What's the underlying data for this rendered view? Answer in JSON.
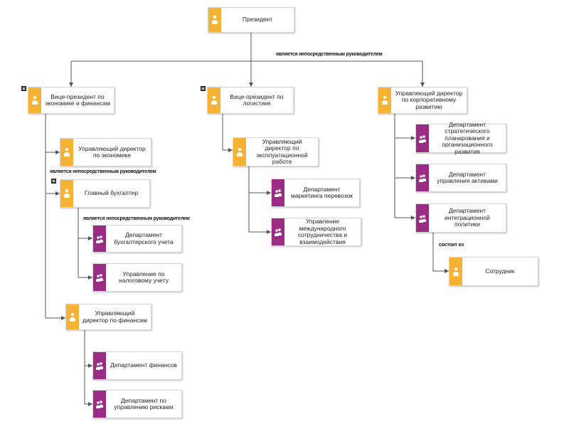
{
  "colors": {
    "position": "#f6b333",
    "department": "#9a2c84",
    "line": "#555555"
  },
  "relations": {
    "direct_manager": "является непосредственным руководителем",
    "consists_of": "состоит из"
  },
  "nodes": {
    "president": {
      "label": "Президент",
      "kind": "position",
      "icon": "person-icon"
    },
    "vp_econ": {
      "label": "Вице-президент по экономике и финансам",
      "kind": "position",
      "icon": "person-icon"
    },
    "vp_log": {
      "label": "Вице-президент по логистике",
      "kind": "position",
      "icon": "person-icon"
    },
    "md_corp": {
      "label": "Управляющий директор по корпоративному развитию",
      "kind": "position",
      "icon": "person-icon"
    },
    "md_econ": {
      "label": "Управляющий директор по экономике",
      "kind": "position",
      "icon": "person-icon"
    },
    "chief_acc": {
      "label": "Главный бухгалтер",
      "kind": "position",
      "icon": "person-icon"
    },
    "dept_acc": {
      "label": "Департамент бухгалтерского учета",
      "kind": "department",
      "icon": "group-icon"
    },
    "dept_tax": {
      "label": "Управление по налоговому учету",
      "kind": "department",
      "icon": "group-icon"
    },
    "md_fin": {
      "label": "Управляющий директор по финансам",
      "kind": "position",
      "icon": "person-icon"
    },
    "dept_fin": {
      "label": "Департамент финансов",
      "kind": "department",
      "icon": "group-icon"
    },
    "dept_risk": {
      "label": "Департамент по управлению рисками",
      "kind": "department",
      "icon": "group-icon"
    },
    "md_ops": {
      "label": "Управляющий директор по эксплуатационной работе",
      "kind": "position",
      "icon": "person-icon"
    },
    "dept_mkt": {
      "label": "Департамент маркетинга перевозок",
      "kind": "department",
      "icon": "group-icon"
    },
    "dept_intl": {
      "label": "Управление международного сотрудничества и взаимодействия",
      "kind": "department",
      "icon": "group-icon"
    },
    "dept_strat": {
      "label": "Департамент стратегического планирования и организационного развития",
      "kind": "department",
      "icon": "group-icon"
    },
    "dept_assets": {
      "label": "Департамент управления активами",
      "kind": "department",
      "icon": "group-icon"
    },
    "dept_integ": {
      "label": "Департамент интеграционной политики",
      "kind": "department",
      "icon": "group-icon"
    },
    "employee": {
      "label": "Сотрудник",
      "kind": "position",
      "icon": "person-icon"
    }
  }
}
